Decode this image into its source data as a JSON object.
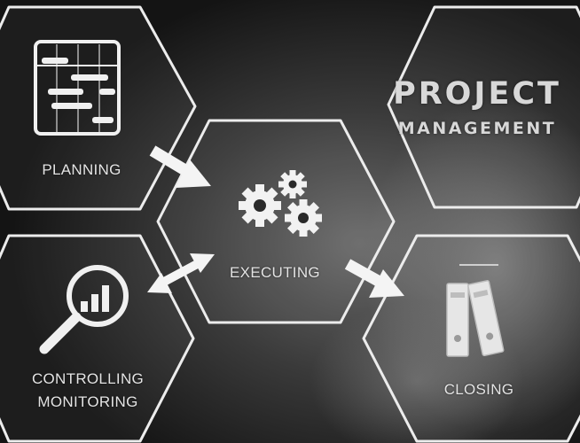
{
  "title": {
    "line1": "PROJECT",
    "line2": "MANAGEMENT"
  },
  "phases": {
    "planning": "PLANNING",
    "executing": "EXECUTING",
    "controlling_line1": "CONTROLLING",
    "controlling_line2": "MONITORING",
    "closing": "CLOSING"
  },
  "icons": {
    "planning": "gantt-chart-icon",
    "executing": "gears-icon",
    "controlling": "magnifier-bar-chart-icon",
    "closing": "binders-icon"
  }
}
